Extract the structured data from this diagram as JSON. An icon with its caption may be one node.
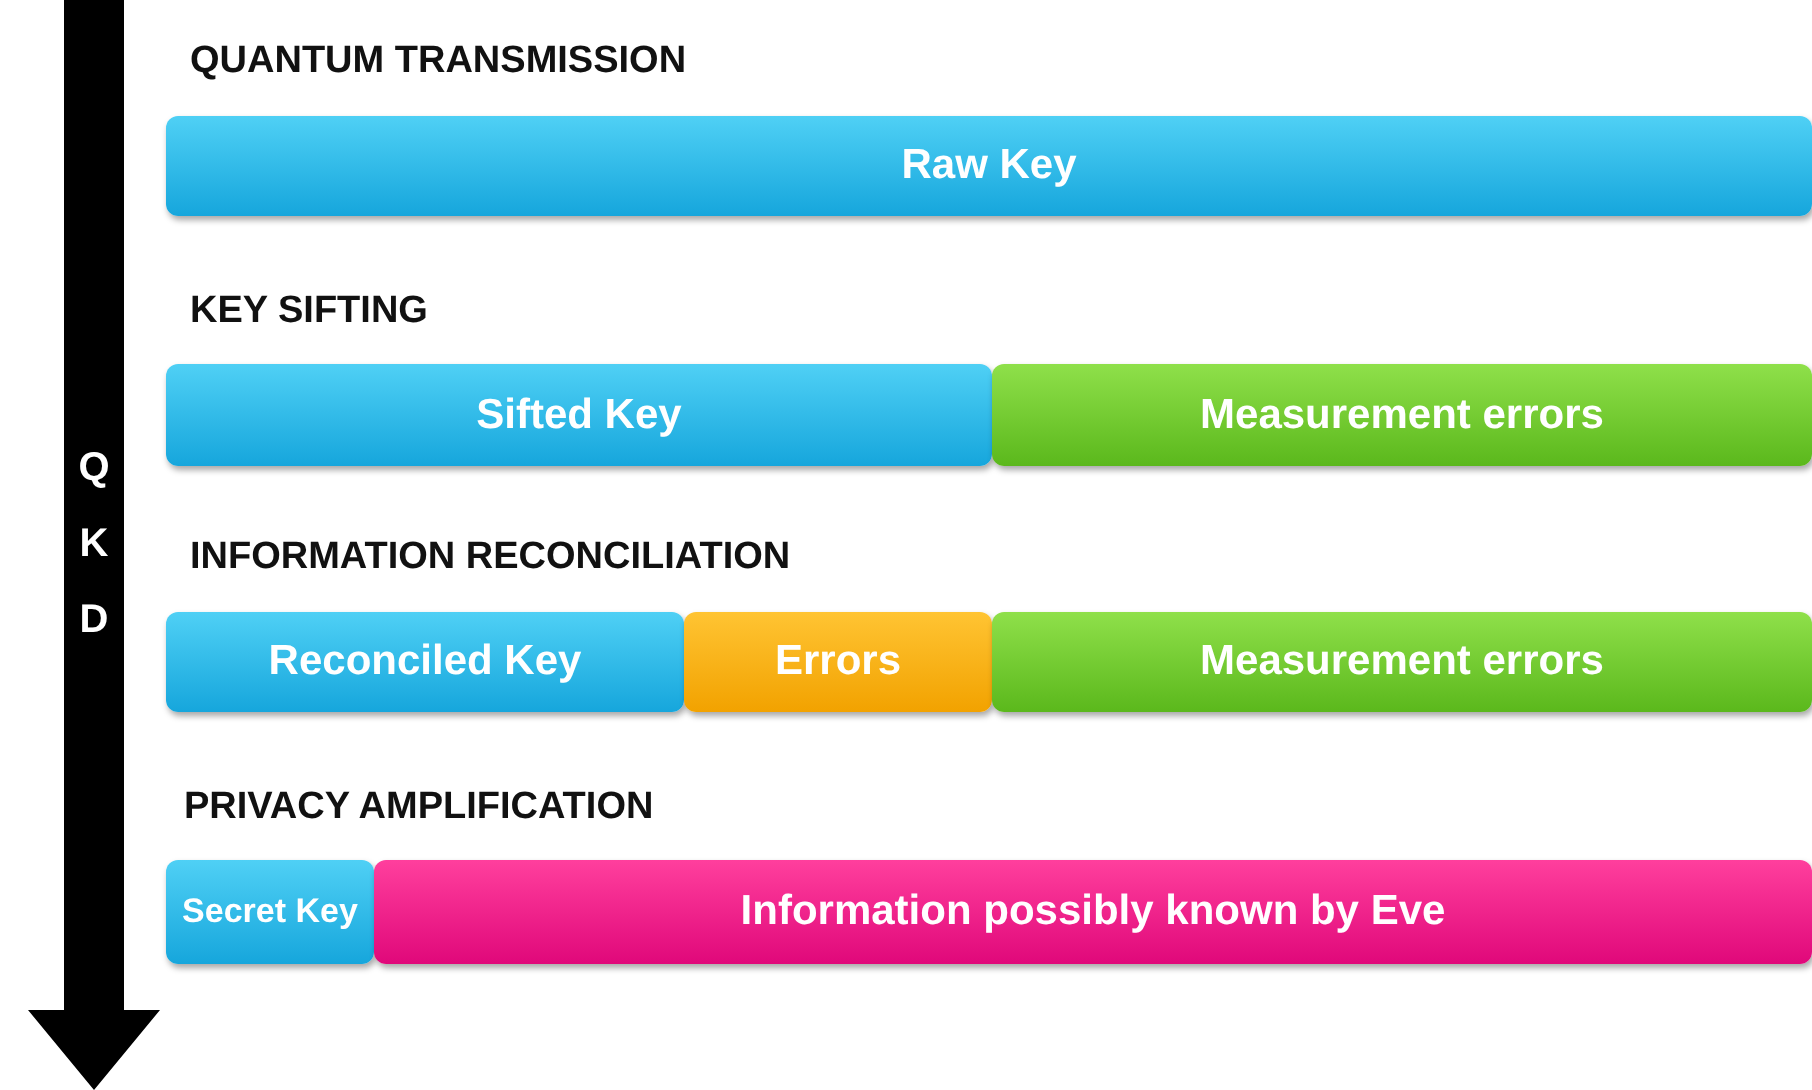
{
  "diagram": {
    "nodes": [
      {
        "text": [
          "QKD"
        ]
      },
      {
        "text": [
          "Raw Key"
        ]
      },
      {
        "text": [
          "Sifted Key"
        ]
      },
      {
        "text": [
          "Measurement errors"
        ]
      },
      {
        "text": [
          "Reconciled Key"
        ]
      },
      {
        "text": [
          "Errors"
        ]
      },
      {
        "text": [
          "Measurement errors"
        ]
      },
      {
        "text": [
          "Secret Key"
        ]
      },
      {
        "text": [
          "Information possibly known by Eve"
        ]
      }
    ],
    "labels": [
      "QUANTUM TRANSMISSION",
      "KEY SIFTING",
      "INFORMATION RECONCILIATION",
      "PRIVACY AMPLIFICATION"
    ]
  }
}
